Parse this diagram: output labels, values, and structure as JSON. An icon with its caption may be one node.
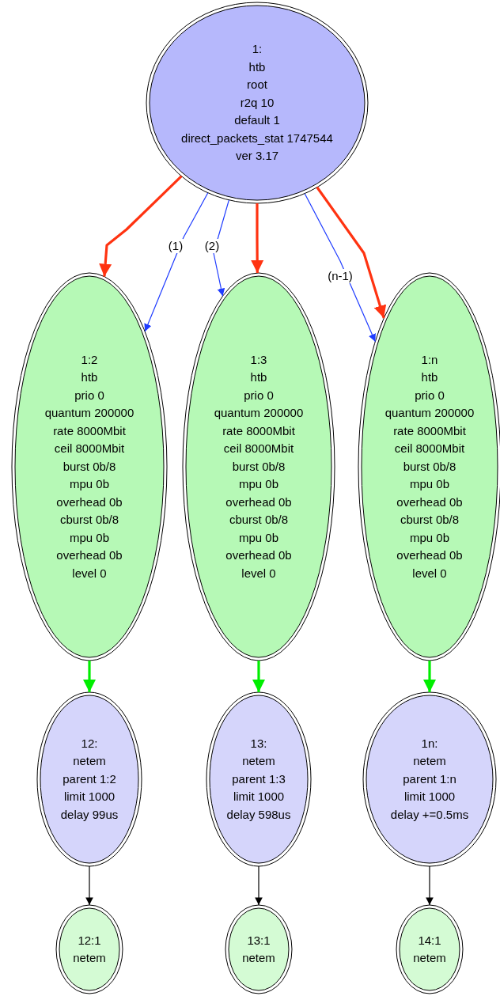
{
  "diagram": {
    "nodes": [
      {
        "text": [
          "1:",
          "htb",
          "root",
          "r2q 10",
          "default 1",
          "direct_packets_stat 1747544",
          "ver 3.17"
        ]
      },
      {
        "text": [
          "1:2",
          "htb",
          "prio 0",
          "quantum 200000",
          "rate 8000Mbit",
          "ceil 8000Mbit",
          "burst 0b/8",
          "mpu 0b",
          "overhead 0b",
          "cburst 0b/8",
          "mpu 0b",
          "overhead 0b",
          "level 0"
        ]
      },
      {
        "text": [
          "1:3",
          "htb",
          "prio 0",
          "quantum 200000",
          "rate 8000Mbit",
          "ceil 8000Mbit",
          "burst 0b/8",
          "mpu 0b",
          "overhead 0b",
          "cburst 0b/8",
          "mpu 0b",
          "overhead 0b",
          "level 0"
        ]
      },
      {
        "text": [
          "1:n",
          "htb",
          "prio 0",
          "quantum 200000",
          "rate 8000Mbit",
          "ceil 8000Mbit",
          "burst 0b/8",
          "mpu 0b",
          "overhead 0b",
          "cburst 0b/8",
          "mpu 0b",
          "overhead 0b",
          "level 0"
        ]
      },
      {
        "text": [
          "12:",
          "netem",
          "parent 1:2",
          "limit 1000",
          "delay 99us"
        ]
      },
      {
        "text": [
          "13:",
          "netem",
          "parent 1:3",
          "limit 1000",
          "delay 598us"
        ]
      },
      {
        "text": [
          "1n:",
          "netem",
          "parent 1:n",
          "limit 1000",
          "delay +=0.5ms"
        ]
      },
      {
        "text": [
          "12:1",
          "netem"
        ]
      },
      {
        "text": [
          "13:1",
          "netem"
        ]
      },
      {
        "text": [
          "14:1",
          "netem"
        ]
      }
    ],
    "edges": [
      {
        "from": 0,
        "to": 1,
        "arrow": "to",
        "style": "thick",
        "color": "#ff3311"
      },
      {
        "from": 0,
        "to": 1,
        "arrow": "to",
        "label": "(1)",
        "color": "#1f3cff"
      },
      {
        "from": 0,
        "to": 2,
        "arrow": "to",
        "label": "(2)",
        "color": "#1f3cff"
      },
      {
        "from": 0,
        "to": 2,
        "arrow": "to",
        "style": "thick",
        "color": "#ff3311"
      },
      {
        "from": 0,
        "to": 3,
        "arrow": "to",
        "label": "(n-1)",
        "color": "#1f3cff"
      },
      {
        "from": 0,
        "to": 3,
        "arrow": "to",
        "style": "thick",
        "color": "#ff3311"
      },
      {
        "from": 1,
        "to": 4,
        "arrow": "to",
        "style": "thick",
        "color": "#00ee00"
      },
      {
        "from": 2,
        "to": 5,
        "arrow": "to",
        "style": "thick",
        "color": "#00ee00"
      },
      {
        "from": 3,
        "to": 6,
        "arrow": "to",
        "style": "thick",
        "color": "#00ee00"
      },
      {
        "from": 4,
        "to": 7,
        "arrow": "to",
        "color": "#000000"
      },
      {
        "from": 5,
        "to": 8,
        "arrow": "to",
        "color": "#000000"
      },
      {
        "from": 6,
        "to": 9,
        "arrow": "to",
        "color": "#000000"
      }
    ]
  }
}
